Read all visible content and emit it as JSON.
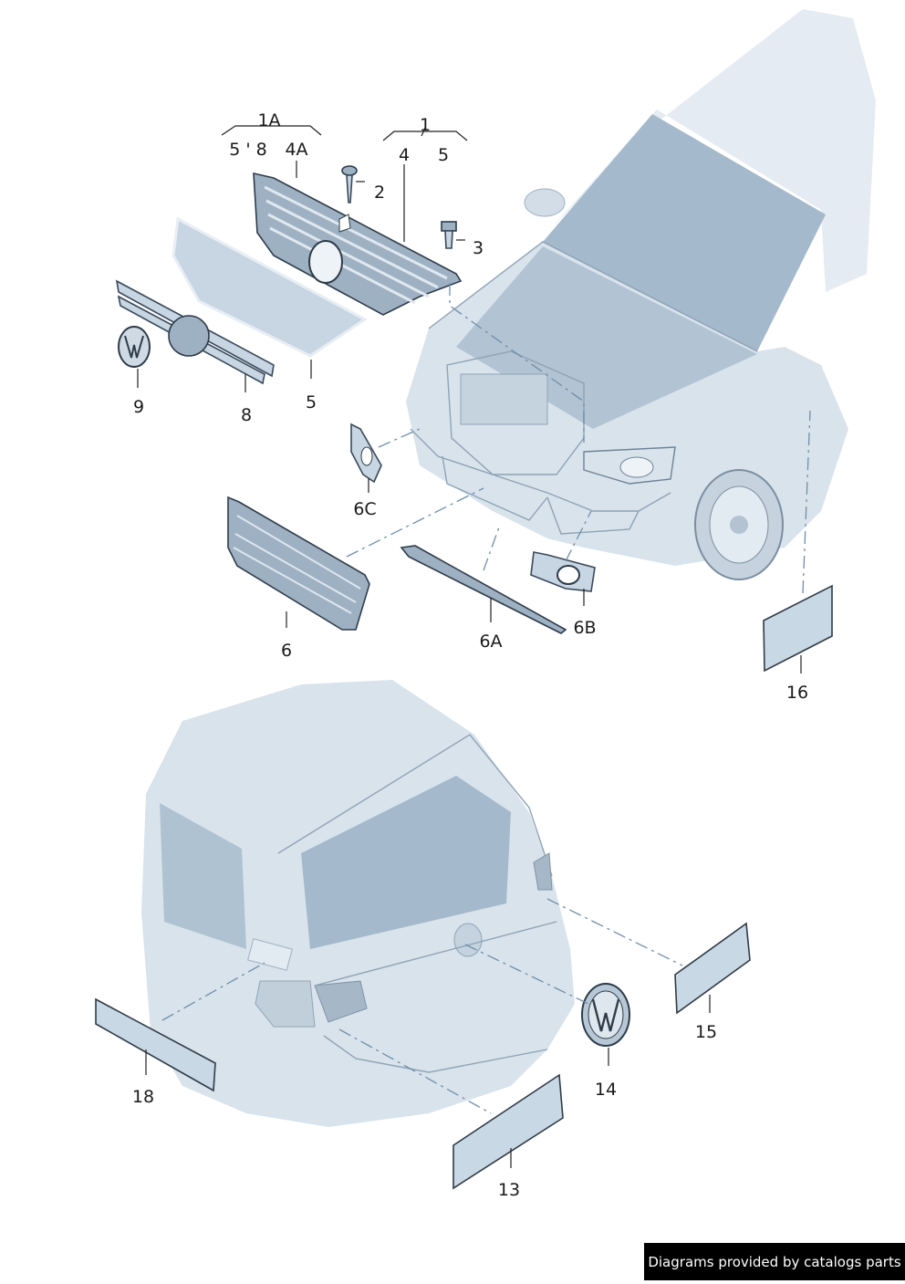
{
  "callouts": {
    "c1A": "1A",
    "c5_8": "5 ' 8",
    "c4A": "4A",
    "c1": "1",
    "c4": "4",
    "c5top": "5",
    "c2": "2",
    "c3": "3",
    "c9": "9",
    "c8": "8",
    "c5": "5",
    "c6C": "6C",
    "c6": "6",
    "c6A": "6A",
    "c6B": "6B",
    "c16": "16",
    "c15": "15",
    "c14": "14",
    "c18": "18",
    "c13": "13"
  },
  "footer": {
    "text": "Diagrams provided by catalogs parts"
  },
  "colors": {
    "body": "#d9e3ec",
    "glass": "#a4b9cb",
    "part": "#c8d6e3",
    "outline": "#39495a"
  }
}
